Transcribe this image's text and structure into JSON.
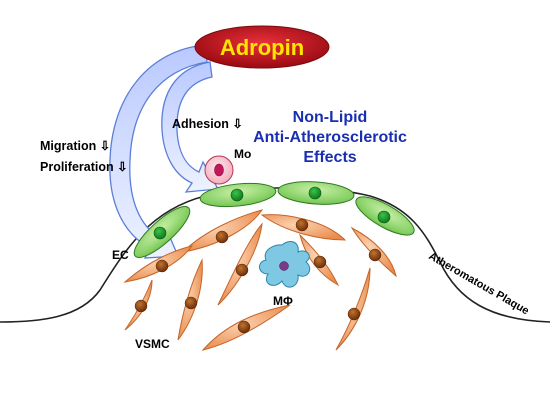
{
  "title": "Adropin",
  "effects": {
    "line1": "Non-Lipid",
    "line2": "Anti-Atherosclerotic",
    "line3": "Effects"
  },
  "labels": {
    "adhesion": "Adhesion ⇩",
    "migration": "Migration ⇩",
    "proliferation": "Proliferation ⇩",
    "mo": "Mo",
    "ec": "EC",
    "mphi": "MΦ",
    "vsmc": "VSMC",
    "plaque": "Atheromatous Plaque"
  },
  "colors": {
    "adropin_fill": "#c8141c",
    "adropin_text": "#ffe600",
    "effects_text": "#1a2fb0",
    "ec_fill": "#8ed36a",
    "ec_nucleus": "#1f9a2a",
    "vsmc_fill": "#f2a46a",
    "vsmc_nucleus": "#8b4513",
    "macrophage_fill": "#7ec8e3",
    "macrophage_nucleus": "#7a3a8a",
    "monocyte_fill": "#f7c9d4",
    "monocyte_nucleus": "#c2185b",
    "arrow_fill": "#dde6ff",
    "arrow_stroke": "#5b7fd6"
  }
}
